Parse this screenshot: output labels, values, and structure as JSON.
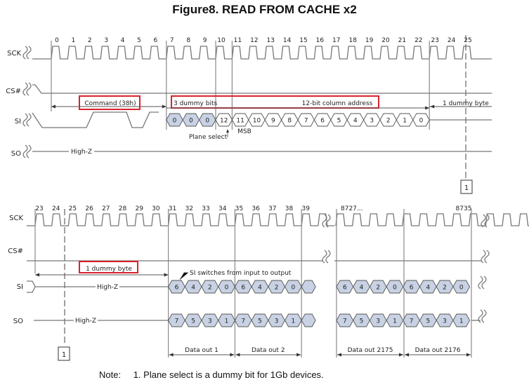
{
  "title": "Figure8. READ FROM CACHE x2",
  "note": {
    "label": "Note:",
    "text": "1.  Plane select is a dummy bit for 1Gb devices."
  },
  "colors": {
    "cell_fill": "#c8d2e4",
    "highlight_box": "#d9232e",
    "wire": "#777777"
  },
  "top": {
    "signals": [
      "SCK",
      "CS#",
      "SI",
      "SO"
    ],
    "clock_labels": [
      "0",
      "1",
      "2",
      "3",
      "4",
      "5",
      "6",
      "7",
      "8",
      "9",
      "10",
      "11",
      "12",
      "13",
      "14",
      "15",
      "16",
      "17",
      "18",
      "19",
      "20",
      "21",
      "22",
      "23",
      "24",
      "25"
    ],
    "command_label": "Command (38h)",
    "dummy_bits_label": "3 dummy bits",
    "column_address_label": "12-bit column address",
    "dummy_byte_label": "1 dummy byte",
    "si_cells_dummy": [
      "0",
      "0",
      "0"
    ],
    "si_cells_address": [
      "12",
      "11",
      "10",
      "9",
      "8",
      "7",
      "6",
      "5",
      "4",
      "3",
      "2",
      "1",
      "0"
    ],
    "plane_select_label": "Plane select",
    "msb_label": "MSB",
    "so_label": "High-Z",
    "footnote_ref": "1"
  },
  "bottom": {
    "signals": [
      "SCK",
      "CS#",
      "SI",
      "SO"
    ],
    "clock_labels": [
      "23",
      "24",
      "25",
      "26",
      "27",
      "28",
      "29",
      "30",
      "31",
      "32",
      "33",
      "34",
      "35",
      "36",
      "37",
      "38",
      "39"
    ],
    "clock_label_late_start": "8727...",
    "clock_label_late_end": "8735",
    "dummy_byte_label": "1 dummy byte",
    "si_switch_label": "SI switches from input to output",
    "si_high_z": "High-Z",
    "so_high_z": "High-Z",
    "si_cells": [
      "6",
      "4",
      "2",
      "0",
      "6",
      "4",
      "2",
      "0"
    ],
    "so_cells": [
      "7",
      "5",
      "3",
      "1",
      "7",
      "5",
      "3",
      "1"
    ],
    "data_out_labels": [
      "Data out 1",
      "Data out 2",
      "Data out 2175",
      "Data out 2176"
    ],
    "footnote_ref": "1"
  }
}
